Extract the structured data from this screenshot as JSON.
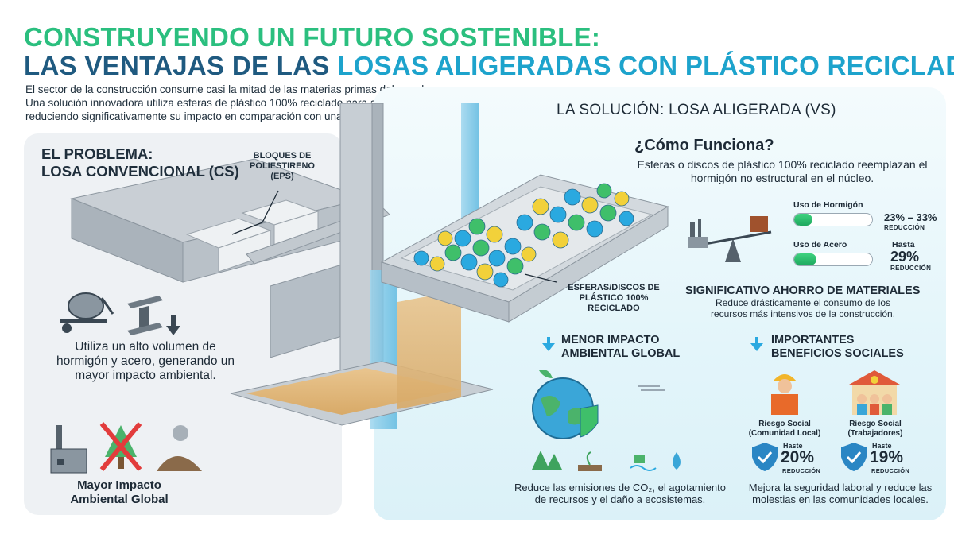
{
  "header": {
    "title_line1": "CONSTRUYENDO UN FUTURO SOSTENIBLE:",
    "title_line2_prefix": "LAS VENTAJAS DE LAS ",
    "title_line2_highlight": "LOSAS ALIGERADAS CON PLÁSTICO RECICLADO",
    "intro": "El sector de la construcción consume casi la mitad de las materias primas del mundo. Una solución innovadora utiliza esferas de plástico 100% reciclado para aligerar las losas, reduciendo significativamente su impacto en comparación con una Losa Convencional."
  },
  "problem": {
    "title_line1": "EL PROBLEMA:",
    "title_line2": "LOSA CONVENCIONAL (CS)",
    "eps_label": "BLOQUES DE POLIESTIRENO (EPS)",
    "description": "Utiliza un alto volumen de hormigón y acero, generando un mayor impacto ambiental.",
    "impact_label": "Mayor Impacto Ambiental Global"
  },
  "solution": {
    "title": "LA SOLUCIÓN: LOSA ALIGERADA (VS)",
    "how_title": "¿Cómo Funciona?",
    "how_desc": "Esferas o discos de plástico 100% reciclado reemplazan el hormigón no estructural en el núcleo.",
    "spheres_label": "ESFERAS/DISCOS DE PLÁSTICO 100% RECICLADO",
    "metrics": [
      {
        "label": "Uso de Hormigón",
        "value_text": "23% – 33%",
        "sub": "REDUCCIÓN",
        "fill": 0.23
      },
      {
        "label": "Uso de Acero",
        "prefix": "Hasta",
        "value_text": "29%",
        "sub": "REDUCCIÓN",
        "fill": 0.29
      }
    ],
    "savings_title": "SIGNIFICATIVO AHORRO DE MATERIALES",
    "savings_desc": "Reduce drásticamente el consumo de los recursos más intensivos de la construcción."
  },
  "environment": {
    "title": "MENOR IMPACTO AMBIENTAL GLOBAL",
    "description": "Reduce las emisiones de CO₂, el agotamiento de recursos y el daño a ecosistemas."
  },
  "social": {
    "title": "IMPORTANTES BENEFICIOS SOCIALES",
    "risks": [
      {
        "label": "Riesgo Social (Comunidad Local)",
        "prefix": "Haste",
        "value": "20%",
        "sub": "REDUCCIÓN"
      },
      {
        "label": "Riesgo Social (Trabajadores)",
        "prefix": "Haste",
        "value": "19%",
        "sub": "REDUCCIÓN"
      }
    ],
    "description": "Mejora la seguridad laboral y reduce las molestias en las comunidades locales."
  },
  "colors": {
    "green_title": "#2bbf7f",
    "blue_title": "#1f5a80",
    "cyan_highlight": "#1da3cc",
    "bar_fill": "#1fa85e"
  }
}
